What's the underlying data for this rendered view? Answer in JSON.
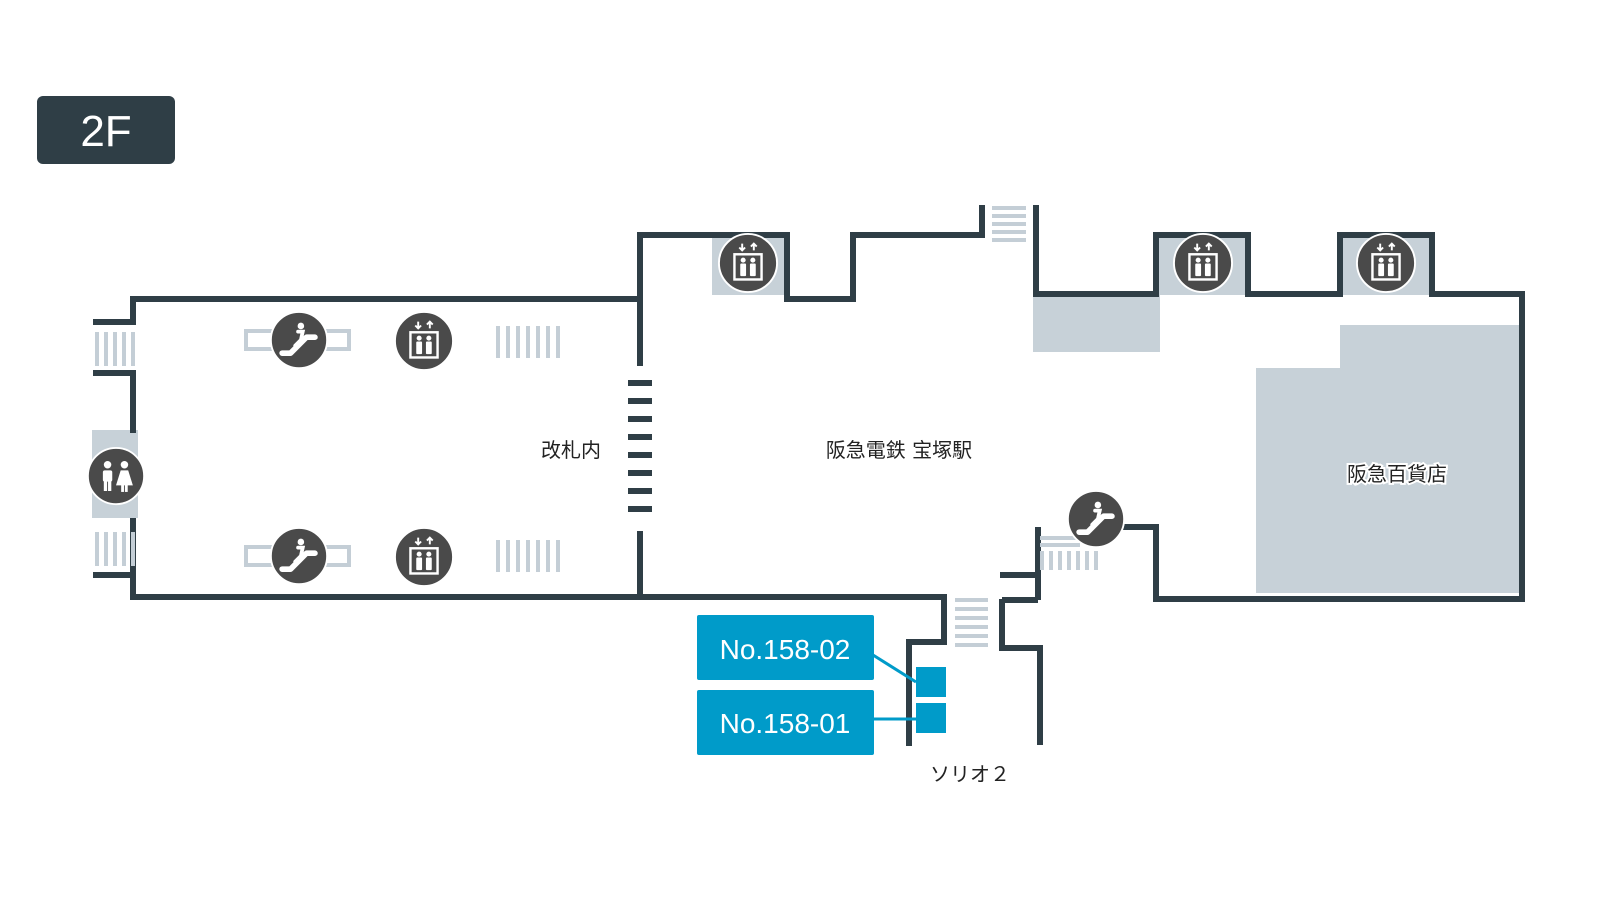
{
  "floor": {
    "label": "2F"
  },
  "areas": {
    "inside_gates": "改札内",
    "station": "阪急電鉄 宝塚駅",
    "department_store": "阪急百貨店",
    "building": "ソリオ２"
  },
  "lockers": [
    {
      "id": "No.158-02"
    },
    {
      "id": "No.158-01"
    }
  ],
  "colors": {
    "wall": "#2f3e46",
    "icon_bg": "#4a4a4a",
    "shaded": "#c7d1d8",
    "stairs": "#c4ced6",
    "locker": "#009bc9",
    "floor_badge": "#2f3e46"
  },
  "icons": [
    "escalator-icon",
    "elevator-icon",
    "restroom-icon",
    "stairs-icon"
  ]
}
